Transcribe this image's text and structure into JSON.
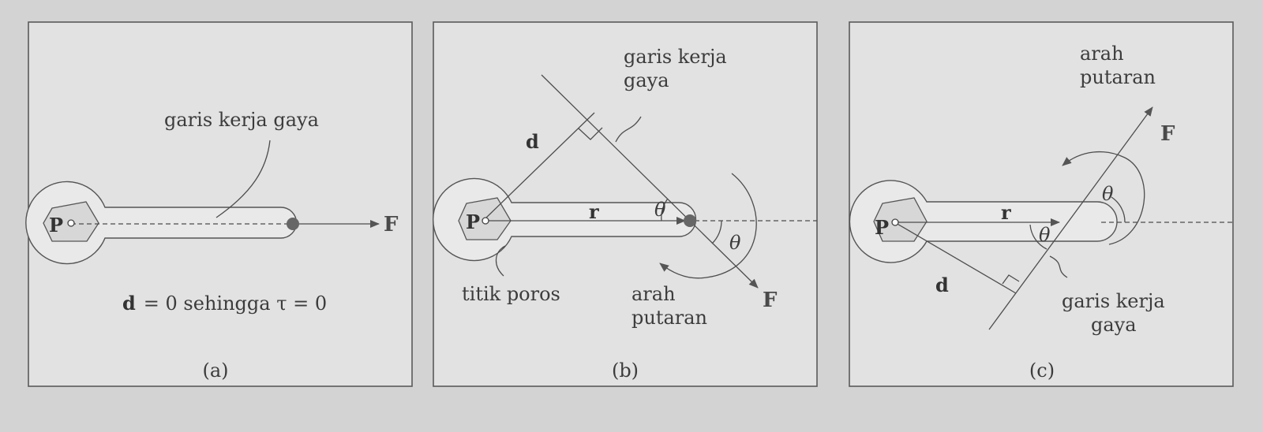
{
  "panel_a": {
    "label_line": "garis kerja gaya",
    "pivot": "P",
    "force": "F",
    "eq_d": "d",
    "eq_rest": "= 0 sehingga τ = 0",
    "caption": "(a)"
  },
  "panel_b": {
    "label_line_1": "garis kerja",
    "label_line_2": "gaya",
    "d": "d",
    "r": "r",
    "pivot": "P",
    "theta": "θ",
    "force": "F",
    "pivot_label": "titik poros",
    "rotation_1": "arah",
    "rotation_2": "putaran",
    "caption": "(b)"
  },
  "panel_c": {
    "rotation_1": "arah",
    "rotation_2": "putaran",
    "force": "F",
    "theta": "θ",
    "r": "r",
    "pivot": "P",
    "d": "d",
    "label_line_1": "garis kerja",
    "label_line_2": "gaya",
    "caption": "(c)"
  }
}
